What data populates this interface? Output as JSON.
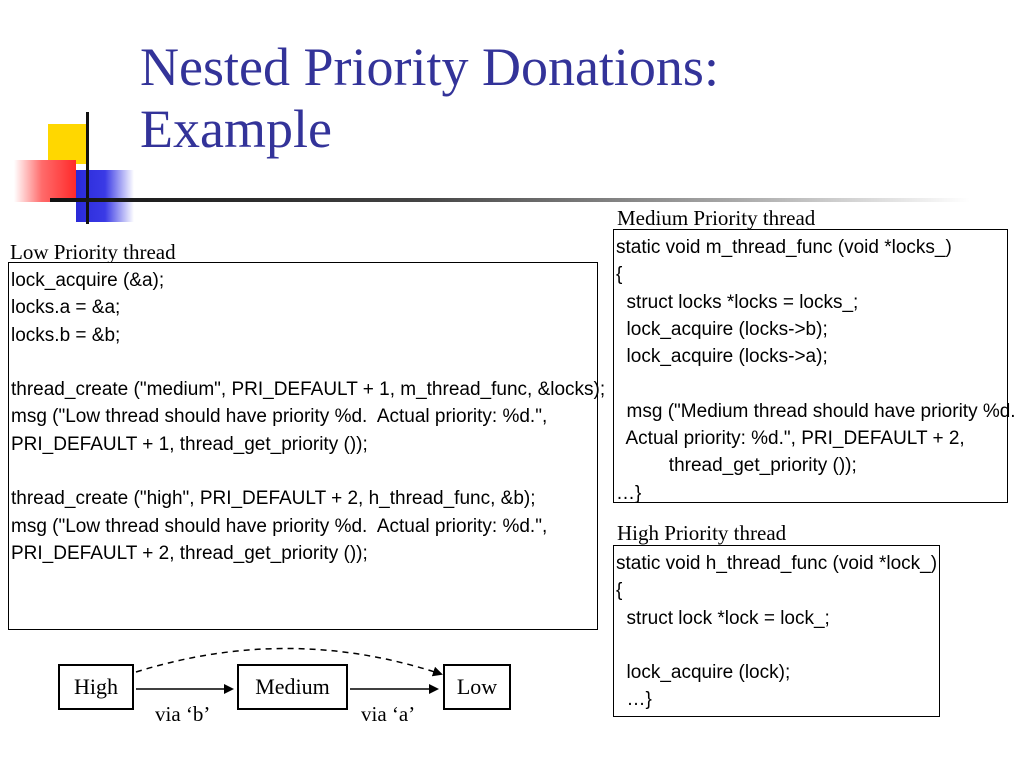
{
  "slide": {
    "title_line1": "Nested Priority Donations:",
    "title_line2": "Example"
  },
  "low": {
    "label": "Low Priority thread",
    "lines": [
      "lock_acquire (&a);",
      "locks.a = &a;",
      "locks.b = &b;",
      "",
      "thread_create (\"medium\", PRI_DEFAULT + 1, m_thread_func, &locks);",
      "msg (\"Low thread should have priority %d.  Actual priority: %d.\",",
      "PRI_DEFAULT + 1, thread_get_priority ());",
      "",
      "thread_create (\"high\", PRI_DEFAULT + 2, h_thread_func, &b);",
      "msg (\"Low thread should have priority %d.  Actual priority: %d.\",",
      "PRI_DEFAULT + 2, thread_get_priority ());"
    ]
  },
  "medium": {
    "label": "Medium Priority thread",
    "lines": [
      "static void m_thread_func (void *locks_)",
      "{",
      "  struct locks *locks = locks_;",
      "  lock_acquire (locks->b);",
      "  lock_acquire (locks->a);",
      "",
      "  msg (\"Medium thread should have priority %d.",
      "  Actual priority: %d.\", PRI_DEFAULT + 2,",
      "          thread_get_priority ());",
      "…}"
    ]
  },
  "high": {
    "label": "High Priority thread",
    "lines": [
      "static void h_thread_func (void *lock_)",
      "{",
      "  struct lock *lock = lock_;",
      "",
      "  lock_acquire (lock);",
      "  …}"
    ]
  },
  "diagram": {
    "node_high": "High",
    "node_medium": "Medium",
    "node_low": "Low",
    "edge_b": "via ‘b’",
    "edge_a": "via ‘a’"
  }
}
